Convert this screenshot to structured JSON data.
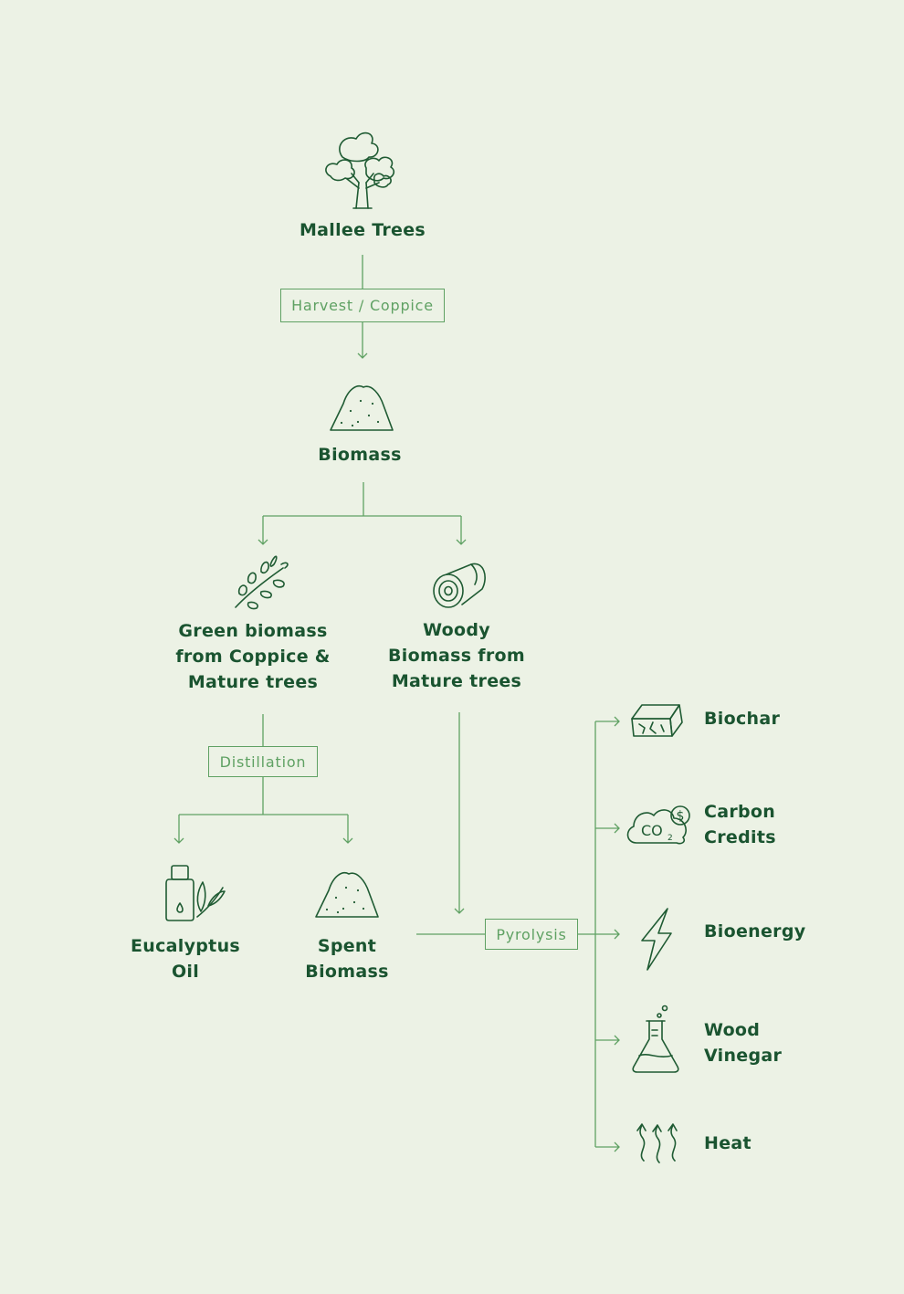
{
  "colors": {
    "background": "#ecf2e5",
    "connector": "#5fa163",
    "text": "#1a5430",
    "icon": "#1f5b33"
  },
  "nodes": {
    "mallee": {
      "line1": "Mallee Trees",
      "icon": "tree-icon"
    },
    "biomass": {
      "line1": "Biomass",
      "icon": "biomass-pile-icon"
    },
    "green": {
      "line1": "Green biomass",
      "line2": "from Coppice &",
      "line3": "Mature trees",
      "icon": "leaf-branch-icon"
    },
    "woody": {
      "line1": "Woody",
      "line2": "Biomass from",
      "line3": "Mature trees",
      "icon": "log-icon"
    },
    "eucalyptus": {
      "line1": "Eucalyptus",
      "line2": "Oil",
      "icon": "oil-bottle-icon"
    },
    "spent": {
      "line1": "Spent",
      "line2": "Biomass",
      "icon": "spent-biomass-pile-icon"
    },
    "biochar": {
      "line1": "Biochar",
      "icon": "biochar-block-icon"
    },
    "carbon": {
      "line1": "Carbon",
      "line2": "Credits",
      "icon": "co2-cloud-icon"
    },
    "bioenergy": {
      "line1": "Bioenergy",
      "icon": "lightning-bolt-icon"
    },
    "vinegar": {
      "line1": "Wood",
      "line2": "Vinegar",
      "icon": "flask-icon"
    },
    "heat": {
      "line1": "Heat",
      "icon": "heat-waves-icon"
    }
  },
  "processes": {
    "harvest": "Harvest / Coppice",
    "distillation": "Distillation",
    "pyrolysis": "Pyrolysis"
  }
}
